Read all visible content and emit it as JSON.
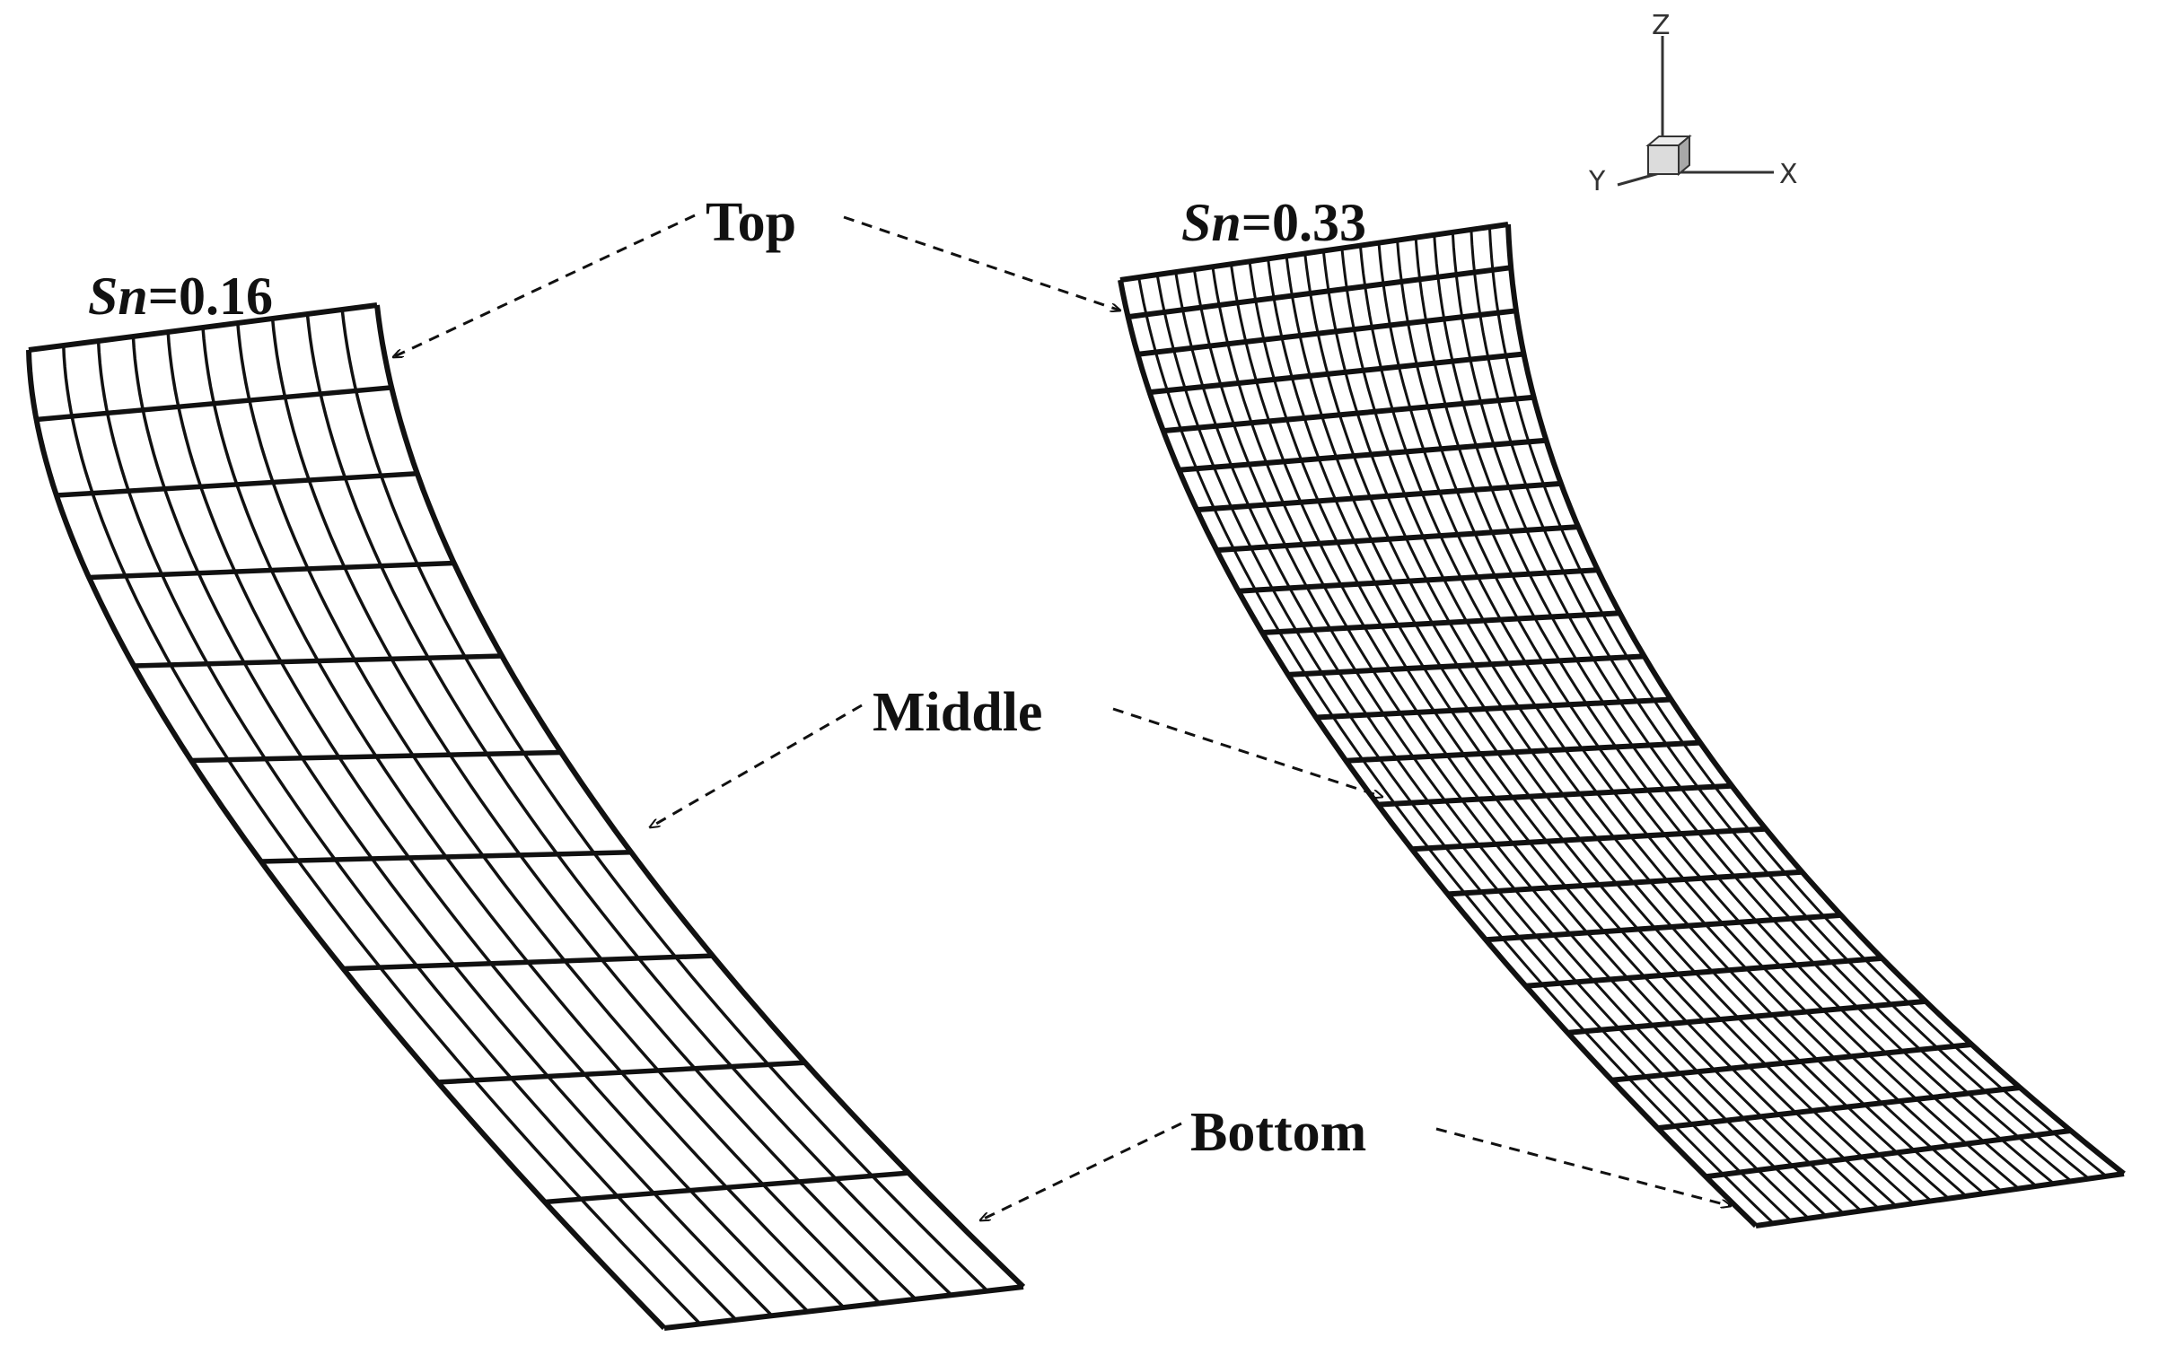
{
  "labels": {
    "top": "Top",
    "middle": "Middle",
    "bottom": "Bottom"
  },
  "grids": [
    {
      "param_symbol": "Sn",
      "param_value": "=0.16",
      "rows": 10,
      "cols": 10
    },
    {
      "param_symbol": "Sn",
      "param_value": "=0.33",
      "rows": 22,
      "cols": 21
    }
  ],
  "axes_triad": {
    "z": "Z",
    "y": "Y",
    "x": "X"
  },
  "colors": {
    "mesh": "#111111",
    "background": "#ffffff"
  }
}
